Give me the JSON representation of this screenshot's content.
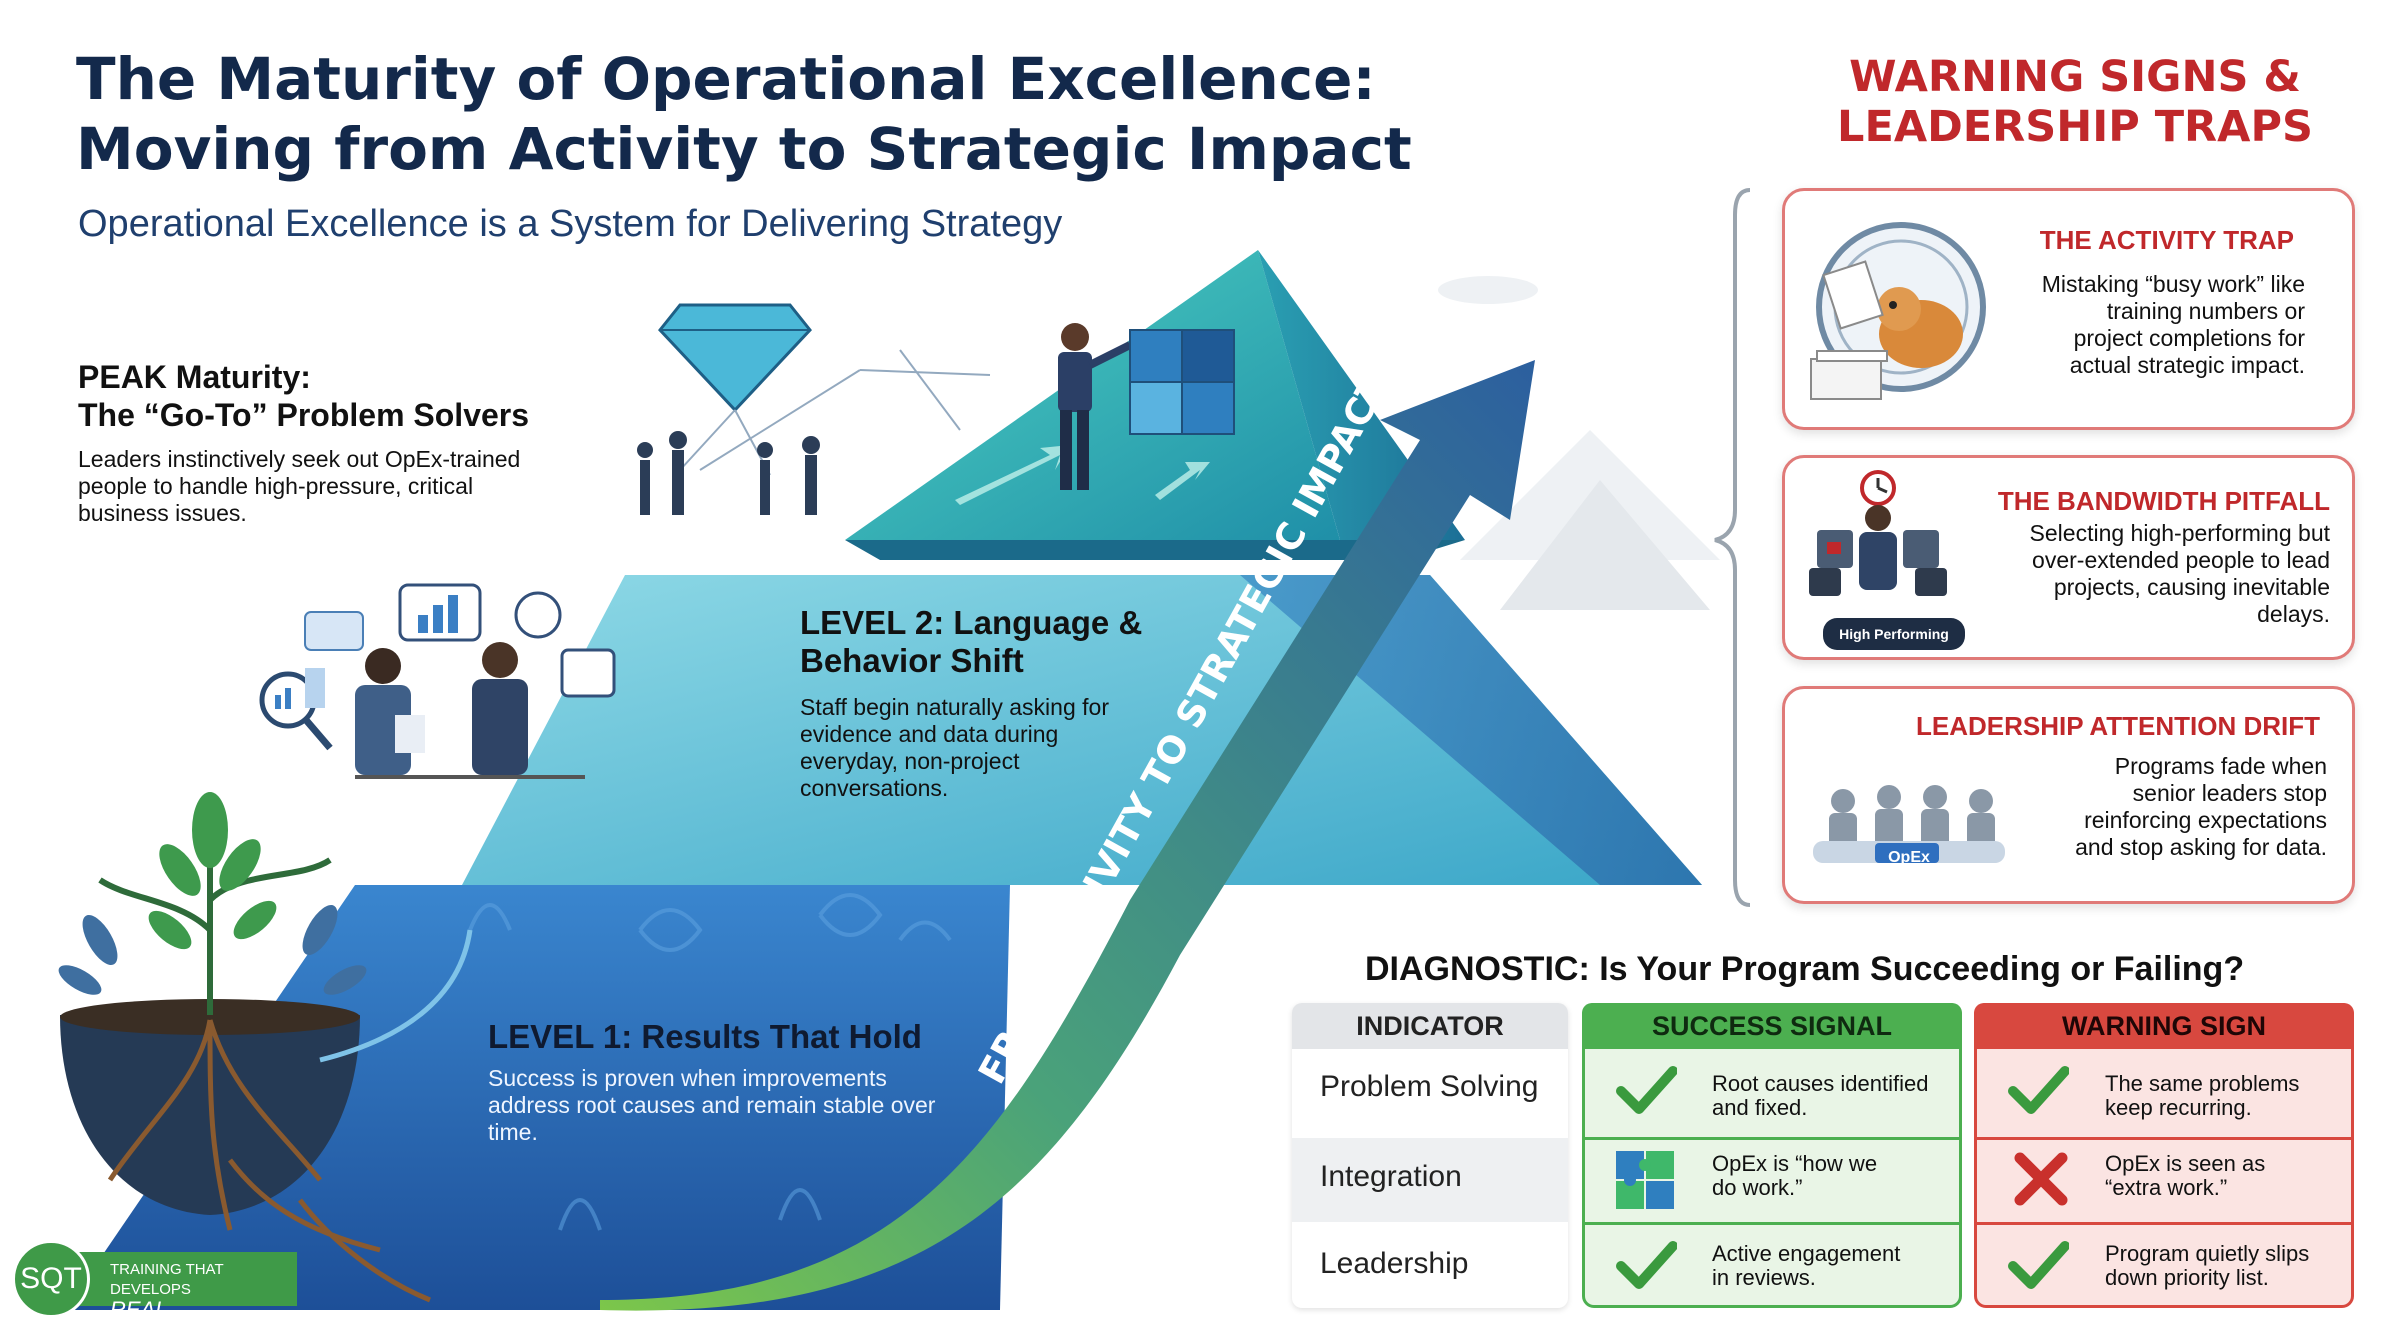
{
  "header": {
    "title_line1": "The Maturity of Operational Excellence:",
    "title_line2": "Moving from Activity to Strategic Impact",
    "subtitle": "Operational Excellence is a System for Delivering Strategy"
  },
  "pyramid": {
    "peak": {
      "title_line1": "PEAK Maturity:",
      "title_line2": "The “Go-To” Problem Solvers",
      "description": "Leaders instinctively seek out OpEx-trained people to handle high-pressure, critical business issues."
    },
    "level2": {
      "title_line1": "LEVEL 2: Language &",
      "title_line2": "Behavior Shift",
      "description": "Staff begin naturally asking for evidence and data during everyday, non-project conversations."
    },
    "level1": {
      "title": "LEVEL 1: Results That Hold",
      "description": "Success is proven when improvements address root causes and remain stable over time."
    },
    "arrow_label": "FROM ACTIVITY TO STRATEGIC IMPACT"
  },
  "warnings": {
    "heading_line1": "WARNING SIGNS &",
    "heading_line2": "LEADERSHIP TRAPS",
    "traps": [
      {
        "title": "THE ACTIVITY TRAP",
        "lines": [
          "Mistaking “busy work” like",
          "training numbers or",
          "project completions for",
          "actual strategic impact."
        ],
        "icon": "hamster-wheel-icon"
      },
      {
        "title": "THE BANDWIDTH PITFALL",
        "lines": [
          "Selecting high-performing but",
          "over-extended people to lead",
          "projects, causing inevitable",
          "delays."
        ],
        "icon": "overloaded-worker-icon",
        "badge": "High Performing"
      },
      {
        "title": "LEADERSHIP ATTENTION DRIFT",
        "lines": [
          "Programs fade when",
          "senior leaders stop",
          "reinforcing expectations",
          "and stop asking for data."
        ],
        "icon": "meeting-table-icon",
        "badge": "OpEx"
      }
    ]
  },
  "diagnostic": {
    "title": "DIAGNOSTIC: Is Your Program Succeeding or Failing?",
    "headers": {
      "indicator": "INDICATOR",
      "success": "SUCCESS SIGNAL",
      "warning": "WARNING SIGN"
    },
    "rows": [
      {
        "indicator": "Problem Solving",
        "success_line1": "Root causes identified",
        "success_line2": "and fixed.",
        "success_icon": "green-check-icon",
        "warning_line1": "The same problems",
        "warning_line2": "keep recurring.",
        "warning_icon": "green-check-icon"
      },
      {
        "indicator": "Integration",
        "success_line1": "OpEx is “how we",
        "success_line2": "do work.”",
        "success_icon": "puzzle-icon",
        "warning_line1": "OpEx is seen as",
        "warning_line2": "“extra work.”",
        "warning_icon": "red-x-icon"
      },
      {
        "indicator": "Leadership",
        "success_line1": "Active engagement",
        "success_line2": "in reviews.",
        "success_icon": "green-check-icon",
        "warning_line1": "Program quietly slips",
        "warning_line2": "down priority list.",
        "warning_icon": "green-check-icon"
      }
    ]
  },
  "logo": {
    "mark": "SQT",
    "tagline_line1": "TRAINING THAT DEVELOPS",
    "tagline_line2": "REAL CAPABILITY"
  },
  "colors": {
    "navy": "#13294b",
    "warning_red": "#c0282b",
    "success_green": "#4caf50",
    "teal": "#3fb8b0",
    "blue": "#2e6db4"
  }
}
